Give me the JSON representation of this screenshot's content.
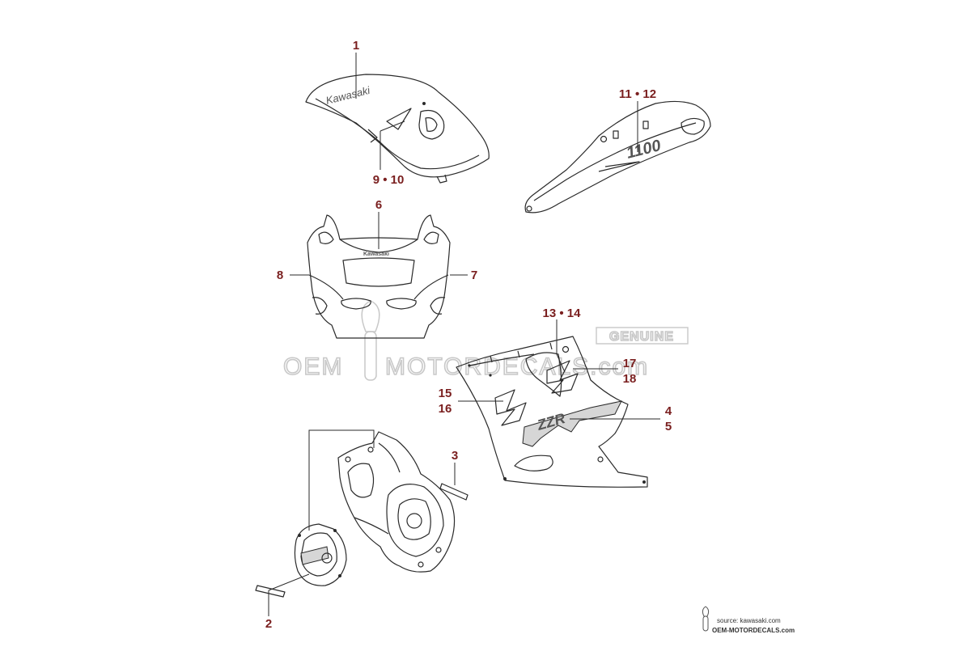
{
  "callouts": {
    "c1": "1",
    "c9_10": "9 • 10",
    "c11_12": "11 • 12",
    "c6": "6",
    "c8": "8",
    "c7": "7",
    "c13_14": "13 • 14",
    "c17": "17",
    "c18": "18",
    "c15": "15",
    "c16": "16",
    "c4": "4",
    "c5": "5",
    "c3": "3",
    "c2": "2"
  },
  "decals": {
    "tank_brand": "Kawasaki",
    "fairing_brand": "Kawasaki",
    "tail_model": "1100",
    "side_model": "ZZR"
  },
  "watermark": {
    "badge": "GENUINE",
    "left": "OEM",
    "right": "MOTORDECALS.com"
  },
  "credit": {
    "source": "source: kawasaki.com",
    "site": "OEM-MOTORDECALS.com"
  },
  "colors": {
    "callout": "#7a1f1f",
    "line": "#2a2a2a",
    "watermark": "#c8c8c8"
  }
}
